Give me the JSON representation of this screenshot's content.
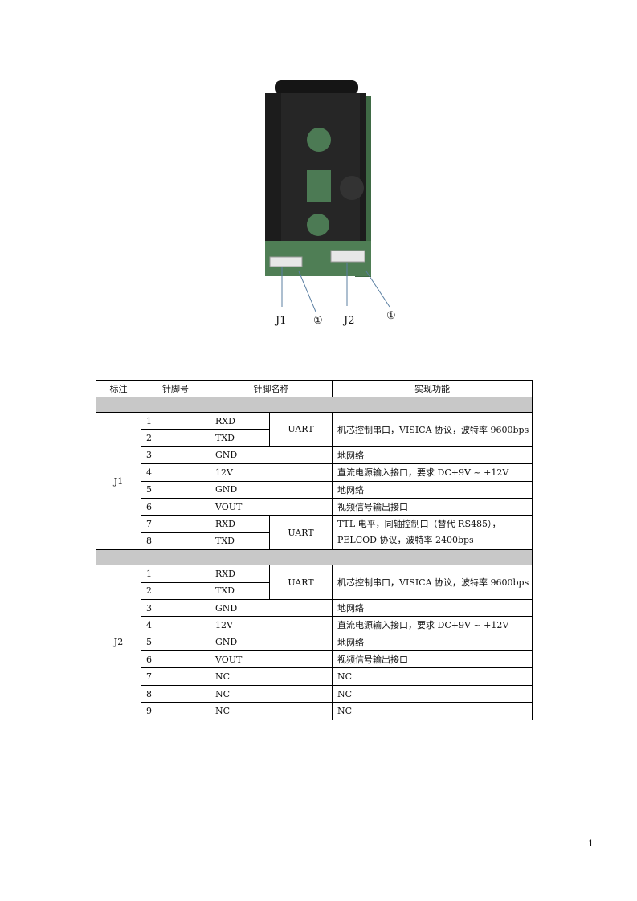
{
  "figure": {
    "callouts": [
      "J1",
      "①",
      "J2",
      "①"
    ]
  },
  "table": {
    "headers": [
      "标注",
      "针脚号",
      "针脚名称",
      "实现功能"
    ],
    "j1": {
      "label": "J1",
      "rows": [
        {
          "num": "1",
          "name": "RXD"
        },
        {
          "num": "2",
          "name": "TXD"
        },
        {
          "num": "3",
          "name": "GND",
          "func": "地网络"
        },
        {
          "num": "4",
          "name": "12V",
          "func": "直流电源输入接口，要求 DC+9V ~ +12V"
        },
        {
          "num": "5",
          "name": "GND",
          "func": "地网络"
        },
        {
          "num": "6",
          "name": "VOUT",
          "func": "视频信号输出接口"
        },
        {
          "num": "7",
          "name": "RXD"
        },
        {
          "num": "8",
          "name": "TXD"
        }
      ],
      "uart1": "UART",
      "func12": "机芯控制串口，VISICA 协议，波特率 9600bps",
      "uart2": "UART",
      "func78": "TTL 电平，同轴控制口（替代 RS485），PELCOD 协议，波特率 2400bps"
    },
    "j2": {
      "label": "J2",
      "rows": [
        {
          "num": "1",
          "name": "RXD"
        },
        {
          "num": "2",
          "name": "TXD"
        },
        {
          "num": "3",
          "name": "GND",
          "func": "地网络"
        },
        {
          "num": "4",
          "name": "12V",
          "func": "直流电源输入接口，要求 DC+9V ~ +12V"
        },
        {
          "num": "5",
          "name": "GND",
          "func": "地网络"
        },
        {
          "num": "6",
          "name": "VOUT",
          "func": "视频信号输出接口"
        },
        {
          "num": "7",
          "name": "NC",
          "func": "NC"
        },
        {
          "num": "8",
          "name": "NC",
          "func": "NC"
        },
        {
          "num": "9",
          "name": "NC",
          "func": "NC"
        }
      ],
      "uart": "UART",
      "func12": "机芯控制串口，VISICA 协议，波特率 9600bps"
    }
  },
  "page_number": "1"
}
